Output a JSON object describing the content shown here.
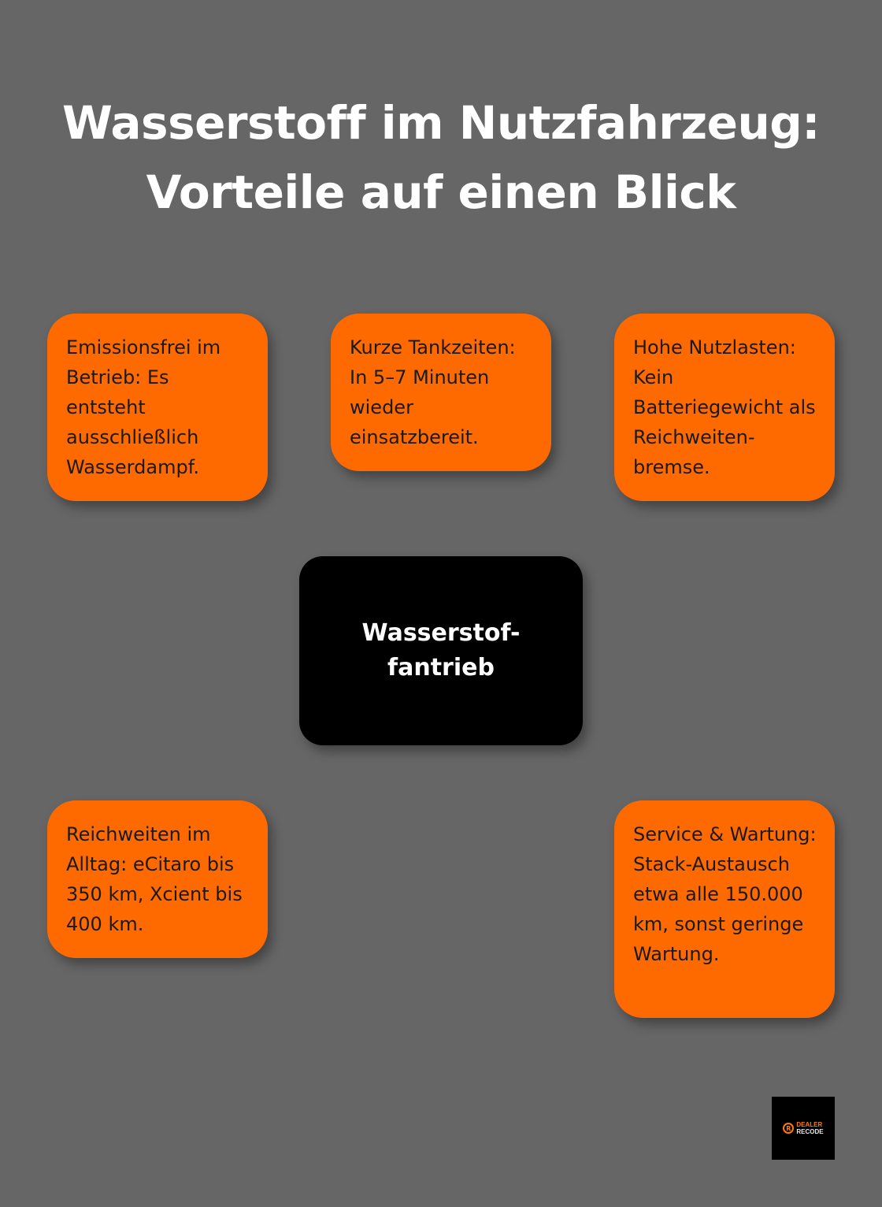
{
  "title": {
    "line1": "Wasserstoff im Nutzfahrzeug:",
    "line2": "Vorteile auf einen Blick"
  },
  "center": {
    "line1": "Wasserstof-",
    "line2": "fantrieb"
  },
  "cards": [
    {
      "id": "emissionsfrei",
      "text": "Emissionsfrei im Betrieb: Es entsteht ausschließlich Wasserdampf."
    },
    {
      "id": "tankzeiten",
      "text": "Kurze Tankzeiten: In 5–7 Minuten wieder einsatzbereit."
    },
    {
      "id": "nutzlasten",
      "text": "Hohe Nutzlasten: Kein Batteriegewicht als Reichweiten-bremse."
    },
    {
      "id": "reichweiten",
      "text": "Reichweiten im Alltag: eCitaro bis 350 km, Xcient bis 400 km."
    },
    {
      "id": "service",
      "text": "Service & Wartung: Stack-Austausch etwa alle 150.000 km, sonst geringe Wartung."
    }
  ],
  "logo": {
    "mark": "R",
    "line1": "DEALER",
    "line2": "RECODE"
  },
  "colors": {
    "background": "#666666",
    "card": "#ff6a00",
    "center": "#000000",
    "title": "#ffffff"
  }
}
